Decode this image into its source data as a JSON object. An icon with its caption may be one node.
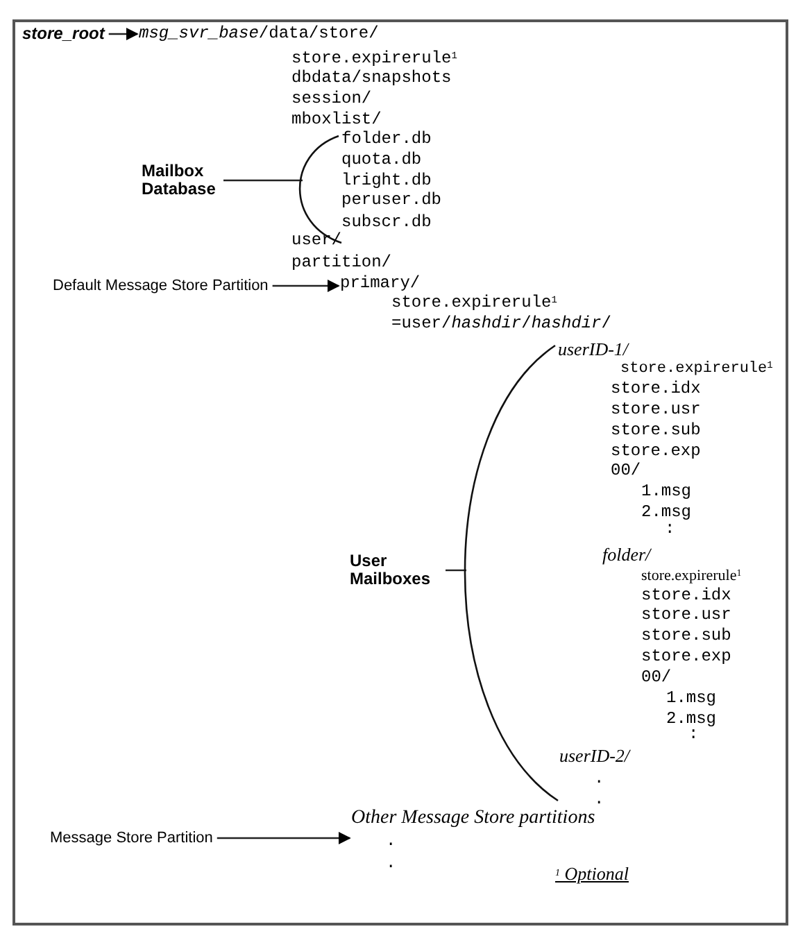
{
  "diagram": {
    "nodes": [
      {
        "text": [
          "store_root"
        ]
      },
      {
        "text": [
          "*msg_svr_base*/data/store/"
        ]
      },
      {
        "text": [
          "Mailbox Database"
        ]
      },
      {
        "text": [],
        "shape": "bracket"
      },
      {
        "text": [
          "Default Message Store Partition"
        ]
      },
      {
        "text": [
          "primary/"
        ]
      },
      {
        "text": [
          "User Mailboxes"
        ]
      },
      {
        "text": [],
        "shape": "bracket"
      },
      {
        "text": [
          "Message Store Partition"
        ]
      },
      {
        "text": [
          "Other Message Store partitions"
        ]
      }
    ],
    "edges": [
      {
        "from": 0,
        "to": 1,
        "arrow": "to"
      },
      {
        "from": 2,
        "to": 3,
        "arrow": "none"
      },
      {
        "from": 4,
        "to": 5,
        "arrow": "to"
      },
      {
        "from": 6,
        "to": 7,
        "arrow": "none"
      },
      {
        "from": 8,
        "to": 9,
        "arrow": "to"
      }
    ],
    "labels": [
      "store.expirerule$^{1}$",
      "dbdata/snapshots",
      "session/",
      "mboxlist/",
      "folder.db",
      "quota.db",
      "lright.db",
      "peruser.db",
      "subscr.db",
      "user/",
      "partition/",
      "store.expirerule$^{1}$",
      "=user/*hashdir*/*hashdir*/",
      "userID-1/",
      "store.expirerule$^{1}$",
      "store.idx",
      "store.usr",
      "store.sub",
      "store.exp",
      "00/",
      "1.msg",
      "2.msg",
      ":",
      "folder/",
      "store.expirerule$^{1}$",
      "store.idx",
      "store.usr",
      "store.sub",
      "store.exp",
      "00/",
      "1.msg",
      "2.msg",
      ":",
      "userID-2/",
      ".",
      ".",
      ".",
      ".",
      "$^{1}$ Optional"
    ]
  }
}
